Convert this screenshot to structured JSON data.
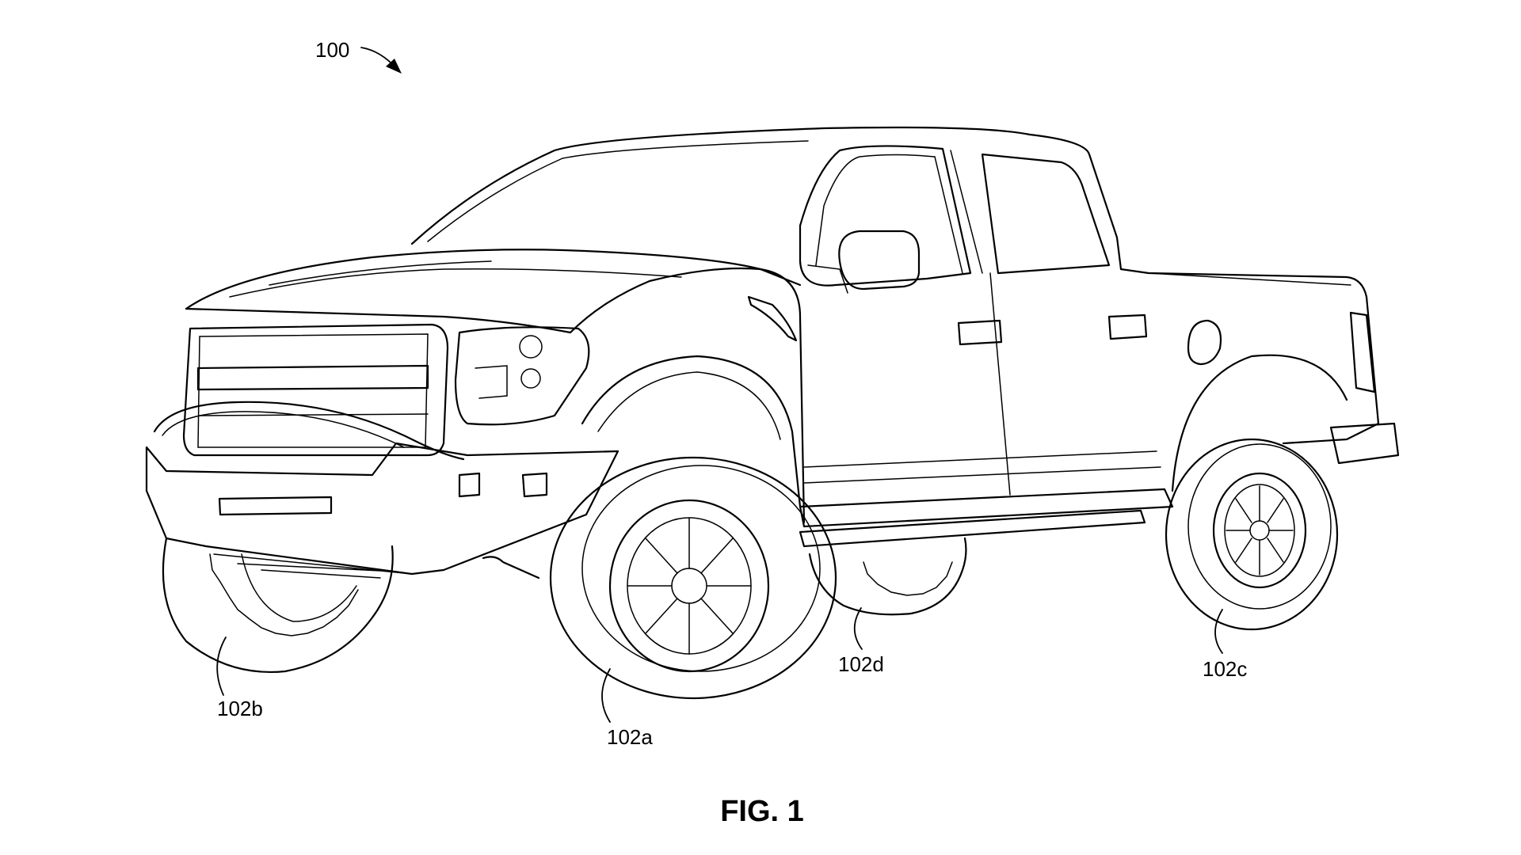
{
  "figure": {
    "caption": "FIG. 1",
    "refs": {
      "vehicle": "100",
      "wheel_front_right": "102a",
      "wheel_front_left": "102b",
      "wheel_rear_right": "102c",
      "wheel_rear_left": "102d"
    }
  },
  "colors": {
    "line": "#000000",
    "background": "#ffffff"
  }
}
